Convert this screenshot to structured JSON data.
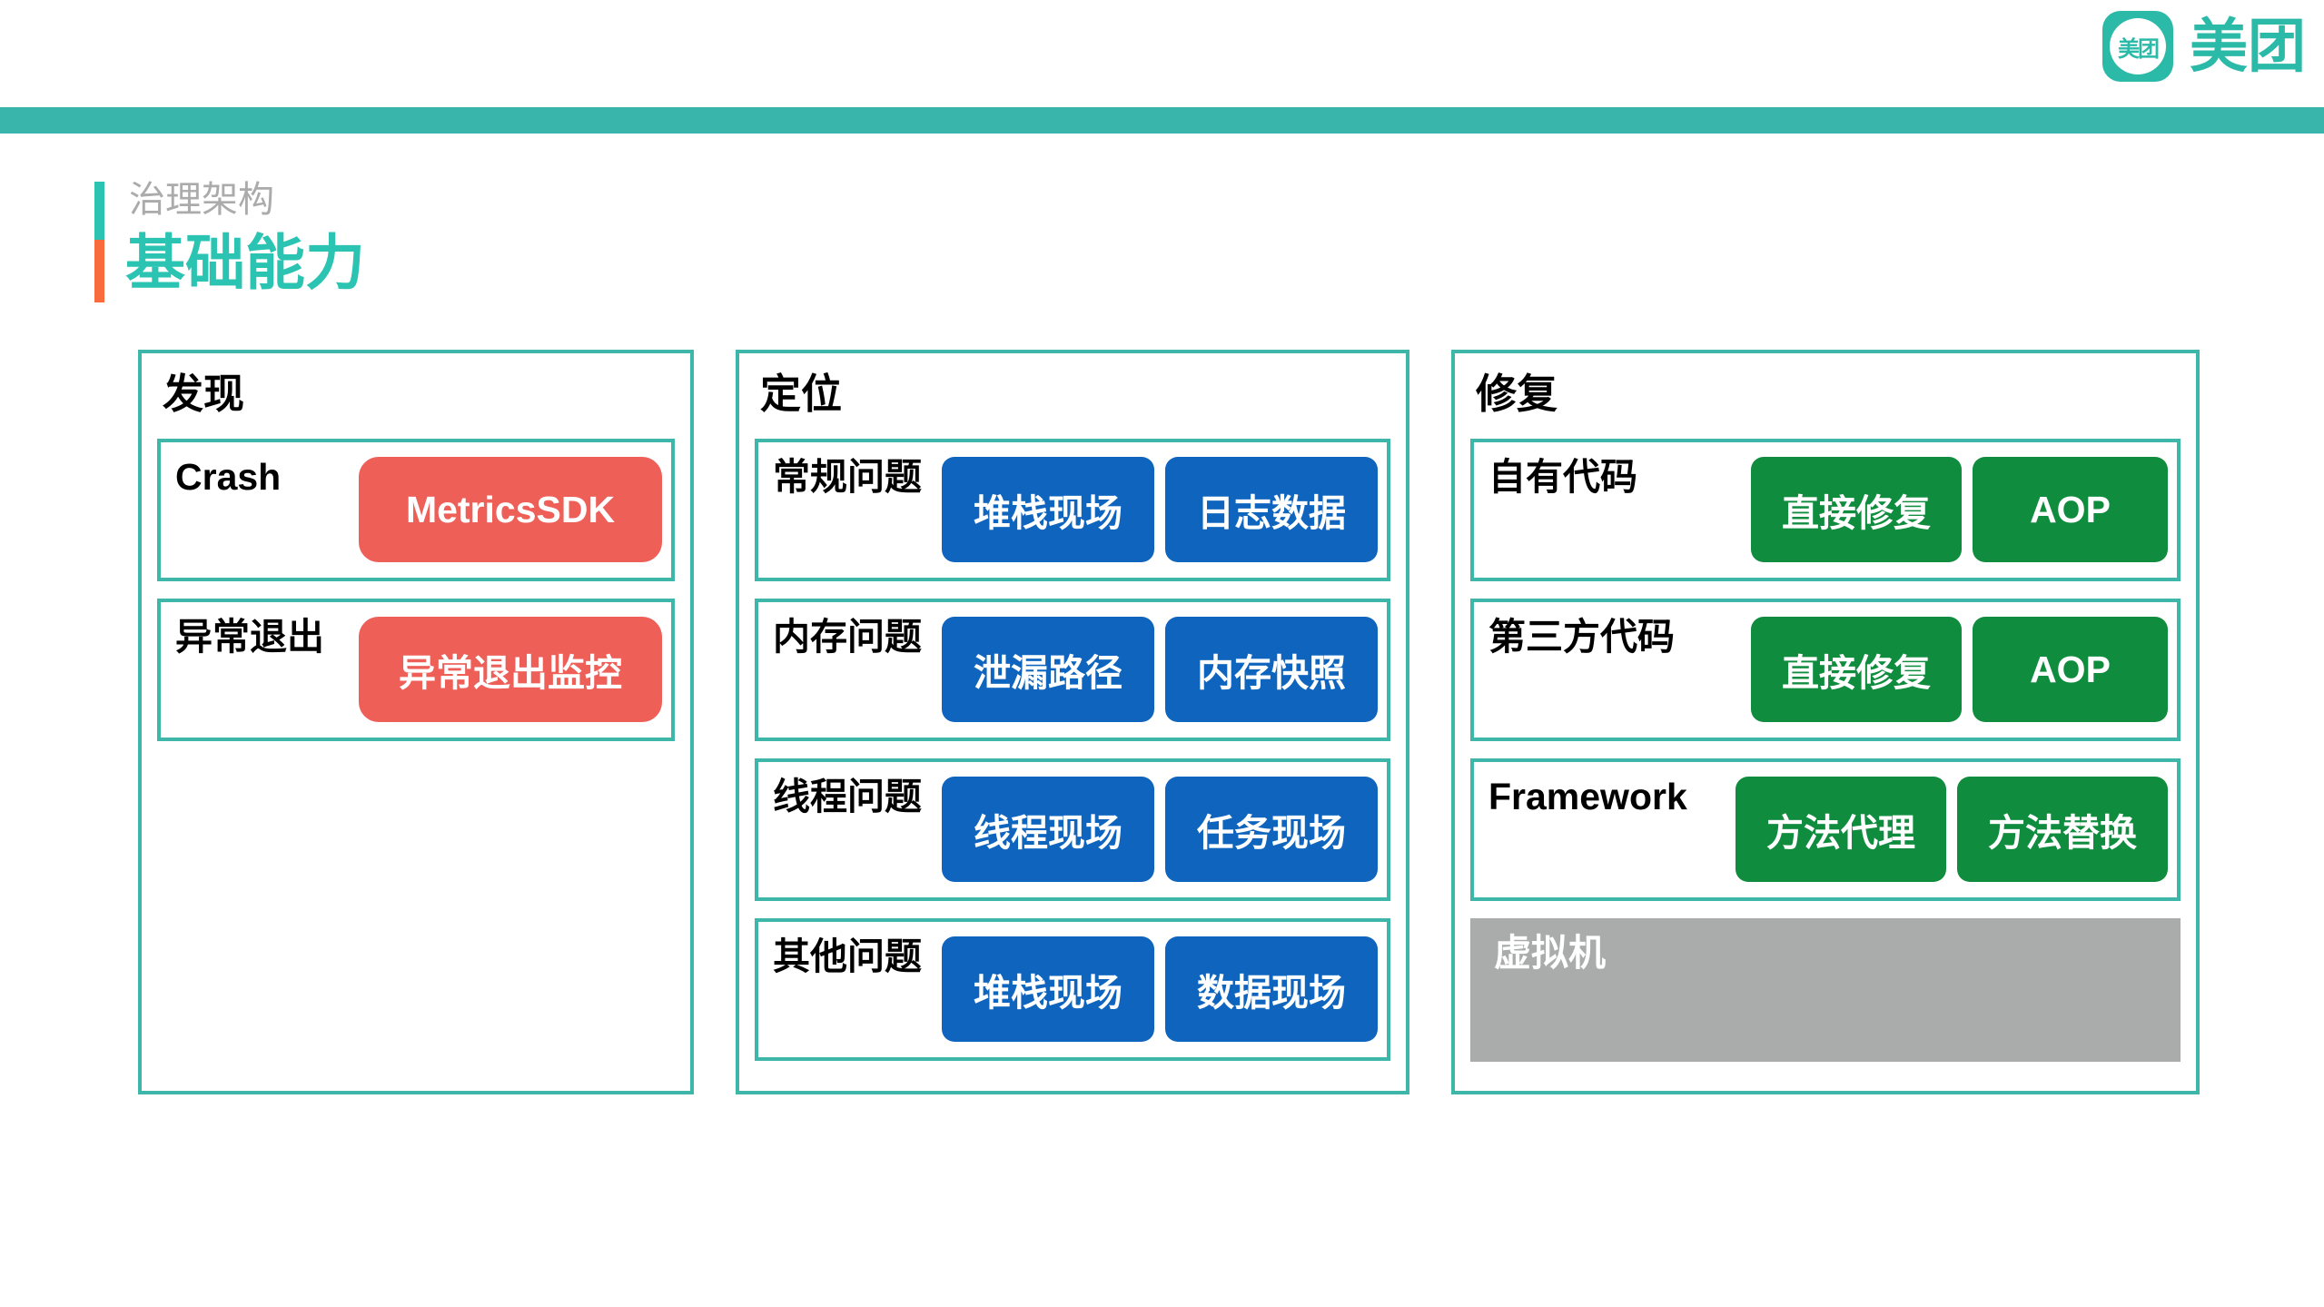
{
  "logo": {
    "icon_text": "美团",
    "brand_text": "美团"
  },
  "header": {
    "eyebrow": "治理架构",
    "title": "基础能力"
  },
  "colors": {
    "teal_bar": "#3AB5AB",
    "teal_border": "#3EB6AA",
    "teal_title": "#2BC4B2",
    "brand_teal": "#2BB9A8",
    "orange_accent": "#F96B3C",
    "eyebrow_gray": "#ABABAB",
    "red_chip": "#EE5F58",
    "blue_chip": "#0F65BE",
    "green_chip": "#108C3E",
    "gray_bar": "#A9ACAA"
  },
  "panels": [
    {
      "title": "发现",
      "accent": "red",
      "rows": [
        {
          "label": "Crash",
          "buttons": [
            "MetricsSDK"
          ]
        },
        {
          "label": "异常退出",
          "buttons": [
            "异常退出监控"
          ]
        }
      ]
    },
    {
      "title": "定位",
      "accent": "blue",
      "rows": [
        {
          "label": "常规问题",
          "buttons": [
            "堆栈现场",
            "日志数据"
          ]
        },
        {
          "label": "内存问题",
          "buttons": [
            "泄漏路径",
            "内存快照"
          ]
        },
        {
          "label": "线程问题",
          "buttons": [
            "线程现场",
            "任务现场"
          ]
        },
        {
          "label": "其他问题",
          "buttons": [
            "堆栈现场",
            "数据现场"
          ]
        }
      ]
    },
    {
      "title": "修复",
      "accent": "green",
      "rows": [
        {
          "label": "自有代码",
          "buttons": [
            "直接修复",
            "AOP"
          ]
        },
        {
          "label": "第三方代码",
          "buttons": [
            "直接修复",
            "AOP"
          ]
        },
        {
          "label": "Framework",
          "buttons": [
            "方法代理",
            "方法替换"
          ]
        }
      ],
      "footer_bar": {
        "label": "虚拟机"
      }
    }
  ]
}
